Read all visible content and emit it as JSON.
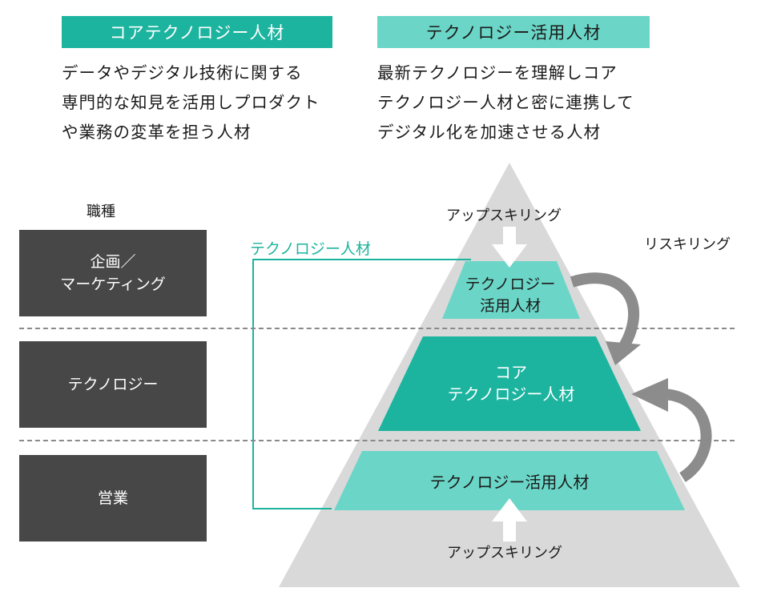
{
  "header": {
    "core_title": "コアテクノロジー人材",
    "util_title": "テクノロジー活用人材"
  },
  "descriptions": {
    "core": [
      "データやデジタル技術に関する",
      "専門的な知見を活用しプロダクト",
      "や業務の変革を担う人材"
    ],
    "util": [
      "最新テクノロジーを理解しコア",
      "テクノロジー人材と密に連携して",
      "デジタル化を加速させる人材"
    ]
  },
  "job_types": {
    "heading": "職種",
    "planning": [
      "企画／",
      "マーケティング"
    ],
    "technology": "テクノロジー",
    "sales": "営業"
  },
  "diagram": {
    "bracket_label": "テクノロジー人材",
    "upskilling_top": "アップスキリング",
    "upskilling_bottom": "アップスキリング",
    "reskilling": "リスキリング",
    "tier_top": [
      "テクノロジー",
      "活用人材"
    ],
    "tier_middle": [
      "コア",
      "テクノロジー人材"
    ],
    "tier_bottom": "テクノロジー活用人材"
  },
  "colors": {
    "core_teal": "#1db49f",
    "light_teal": "#6bd6c7",
    "dark_gray": "#474747",
    "pyramid_gray": "#d9d9d9",
    "arrow_gray": "#8c8c8c"
  }
}
